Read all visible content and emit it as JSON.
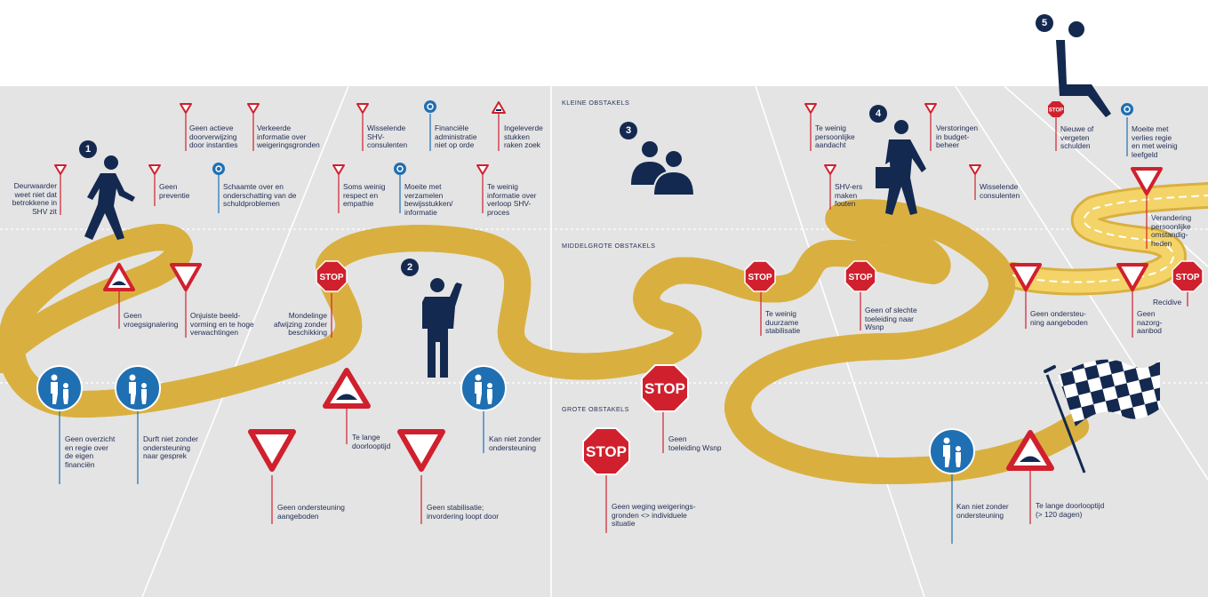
{
  "colors": {
    "road": "#f4d468",
    "road_edge": "#d9b040",
    "dash": "#ffffff",
    "navy": "#13294f",
    "sign_red": "#d0202e",
    "sign_blue": "#1f6fb3",
    "band_gray": "#e4e4e4",
    "line_red": "#d0202e",
    "line_blue": "#1f6fb3"
  },
  "bands": {
    "small": "KLEINE OBSTAKELS",
    "medium": "MIDDELGROTE OBSTAKELS",
    "large": "GROTE OBSTAKELS"
  },
  "steps": [
    "1",
    "2",
    "3",
    "4",
    "5"
  ],
  "stop_text": "STOP",
  "labels": {
    "deurwaarder": "Deurwaarder\nweet niet dat\nbetrokkene in\nSHV zit",
    "geen_actieve": "Geen actieve\ndoorverwijzing\ndoor instanties",
    "verkeerde_info": "Verkeerde\ninformatie over\nweigeringsgronden",
    "geen_preventie": "Geen\npreventie",
    "schaamte": "Schaamte over en\nonderschatting van de\nschuldproblemen",
    "wisselende_shv": "Wisselende\nSHV-\nconsulenten",
    "financiele_admin": "Financiële\nadministratie\nniet op orde",
    "ingeleverde": "Ingeleverde\nstukken\nraken zoek",
    "soms_weinig": "Soms weinig\nrespect en\nempathie",
    "moeite_verzamelen": "Moeite met\nverzamelen\nbewijsstukken/\ninformatie",
    "te_weinig_info": "Te weinig\ninformatie over\nverloop SHV-\nproces",
    "te_weinig_aandacht": "Te weinig\npersoonlijke\naandacht",
    "verstoringen": "Verstoringen\nin budget-\nbeheer",
    "shv_ers": "SHV-ers\nmaken\nfouten",
    "wisselende_cons": "Wisselende\nconsulenten",
    "nieuwe_schulden": "Nieuwe of\nvergeten\nschulden",
    "moeite_verlies": "Moeite met\nverlies regie\nen met weinig\nleefgeld",
    "verandering": "Verandering\npersoonlijke\nomstandig-\nheden",
    "geen_vroeg": "Geen\nvroegsignalering",
    "onjuiste": "Onjuiste beeld-\nvorming en te hoge\nverwachtingen",
    "mondelinge": "Mondelinge\nafwijzing zonder\nbeschikking",
    "te_weinig_duurzame": "Te weinig\nduurzame\nstabilisatie",
    "geen_slechte": "Geen of slechte\ntoeleiding naar\nWsnp",
    "geen_onderst_mid": "Geen ondersteu-\nning aangeboden",
    "recidive": "Recidive",
    "geen_nazorg": "Geen\nnazorg-\naanbod",
    "geen_overzicht": "Geen overzicht\nen regie over\nde eigen\nfinanciën",
    "durft_niet": "Durft niet zonder\nondersteuning\nnaar gesprek",
    "te_lange_1": "Te lange\ndoorlooptijd",
    "kan_niet_1": "Kan niet zonder\nondersteuning",
    "geen_onderst_large": "Geen ondersteuning\naangeboden",
    "geen_stabilisatie": "Geen stabilisatie;\ninvordering loopt door",
    "geen_toeleiding": "Geen\ntoeleiding Wsnp",
    "geen_weging": "Geen weging weigerings-\ngronden <> individuele\nsituatie",
    "kan_niet_2": "Kan niet zonder\nondersteuning",
    "te_lange_2": "Te lange doorlooptijd\n(> 120 dagen)"
  }
}
